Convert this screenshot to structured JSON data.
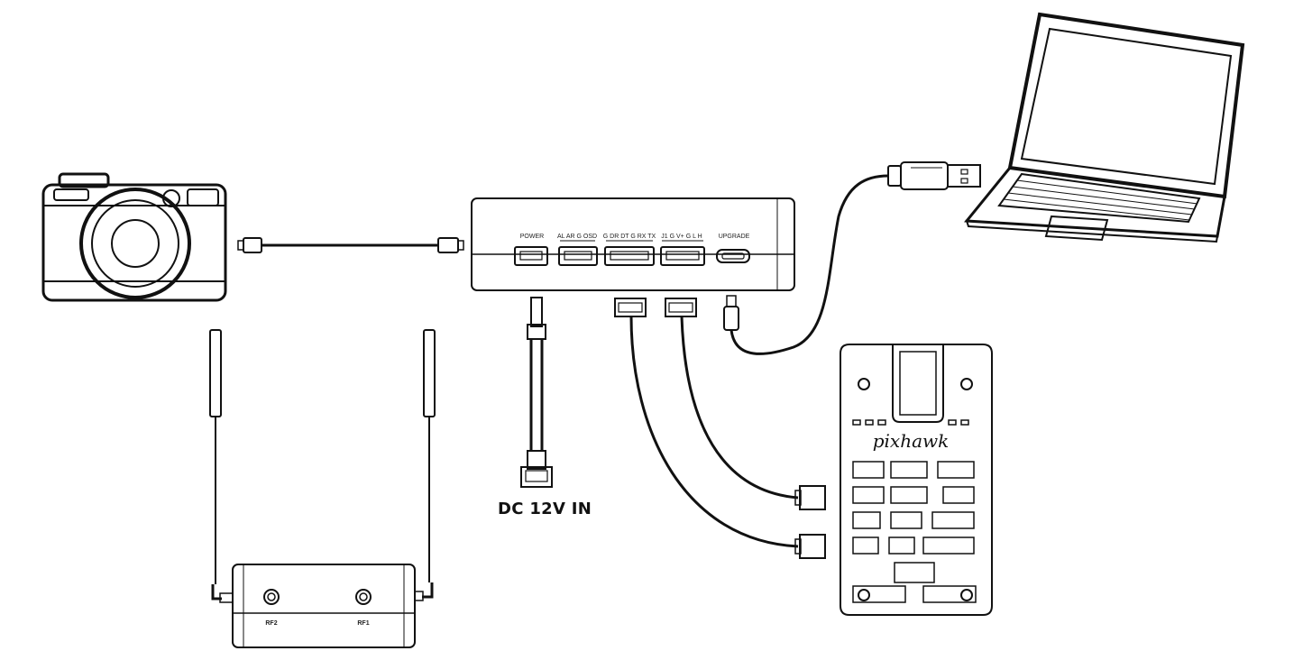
{
  "hub": {
    "ports": [
      "POWER",
      "AL AR G OSD",
      "G DR DT G RX TX",
      "J1 G V+ G L H",
      "UPGRADE"
    ]
  },
  "power_caption": "DC 12V IN",
  "flight_controller": {
    "brand": "pixhawk"
  },
  "radio": {
    "ports": [
      "RF2",
      "RF1"
    ]
  },
  "colors": {
    "line": "#111111",
    "background": "#ffffff"
  },
  "icons": [
    "camera-icon",
    "laptop-icon",
    "usb-plug-icon",
    "antenna-icon",
    "pixhawk-board-icon",
    "radio-module-icon"
  ]
}
